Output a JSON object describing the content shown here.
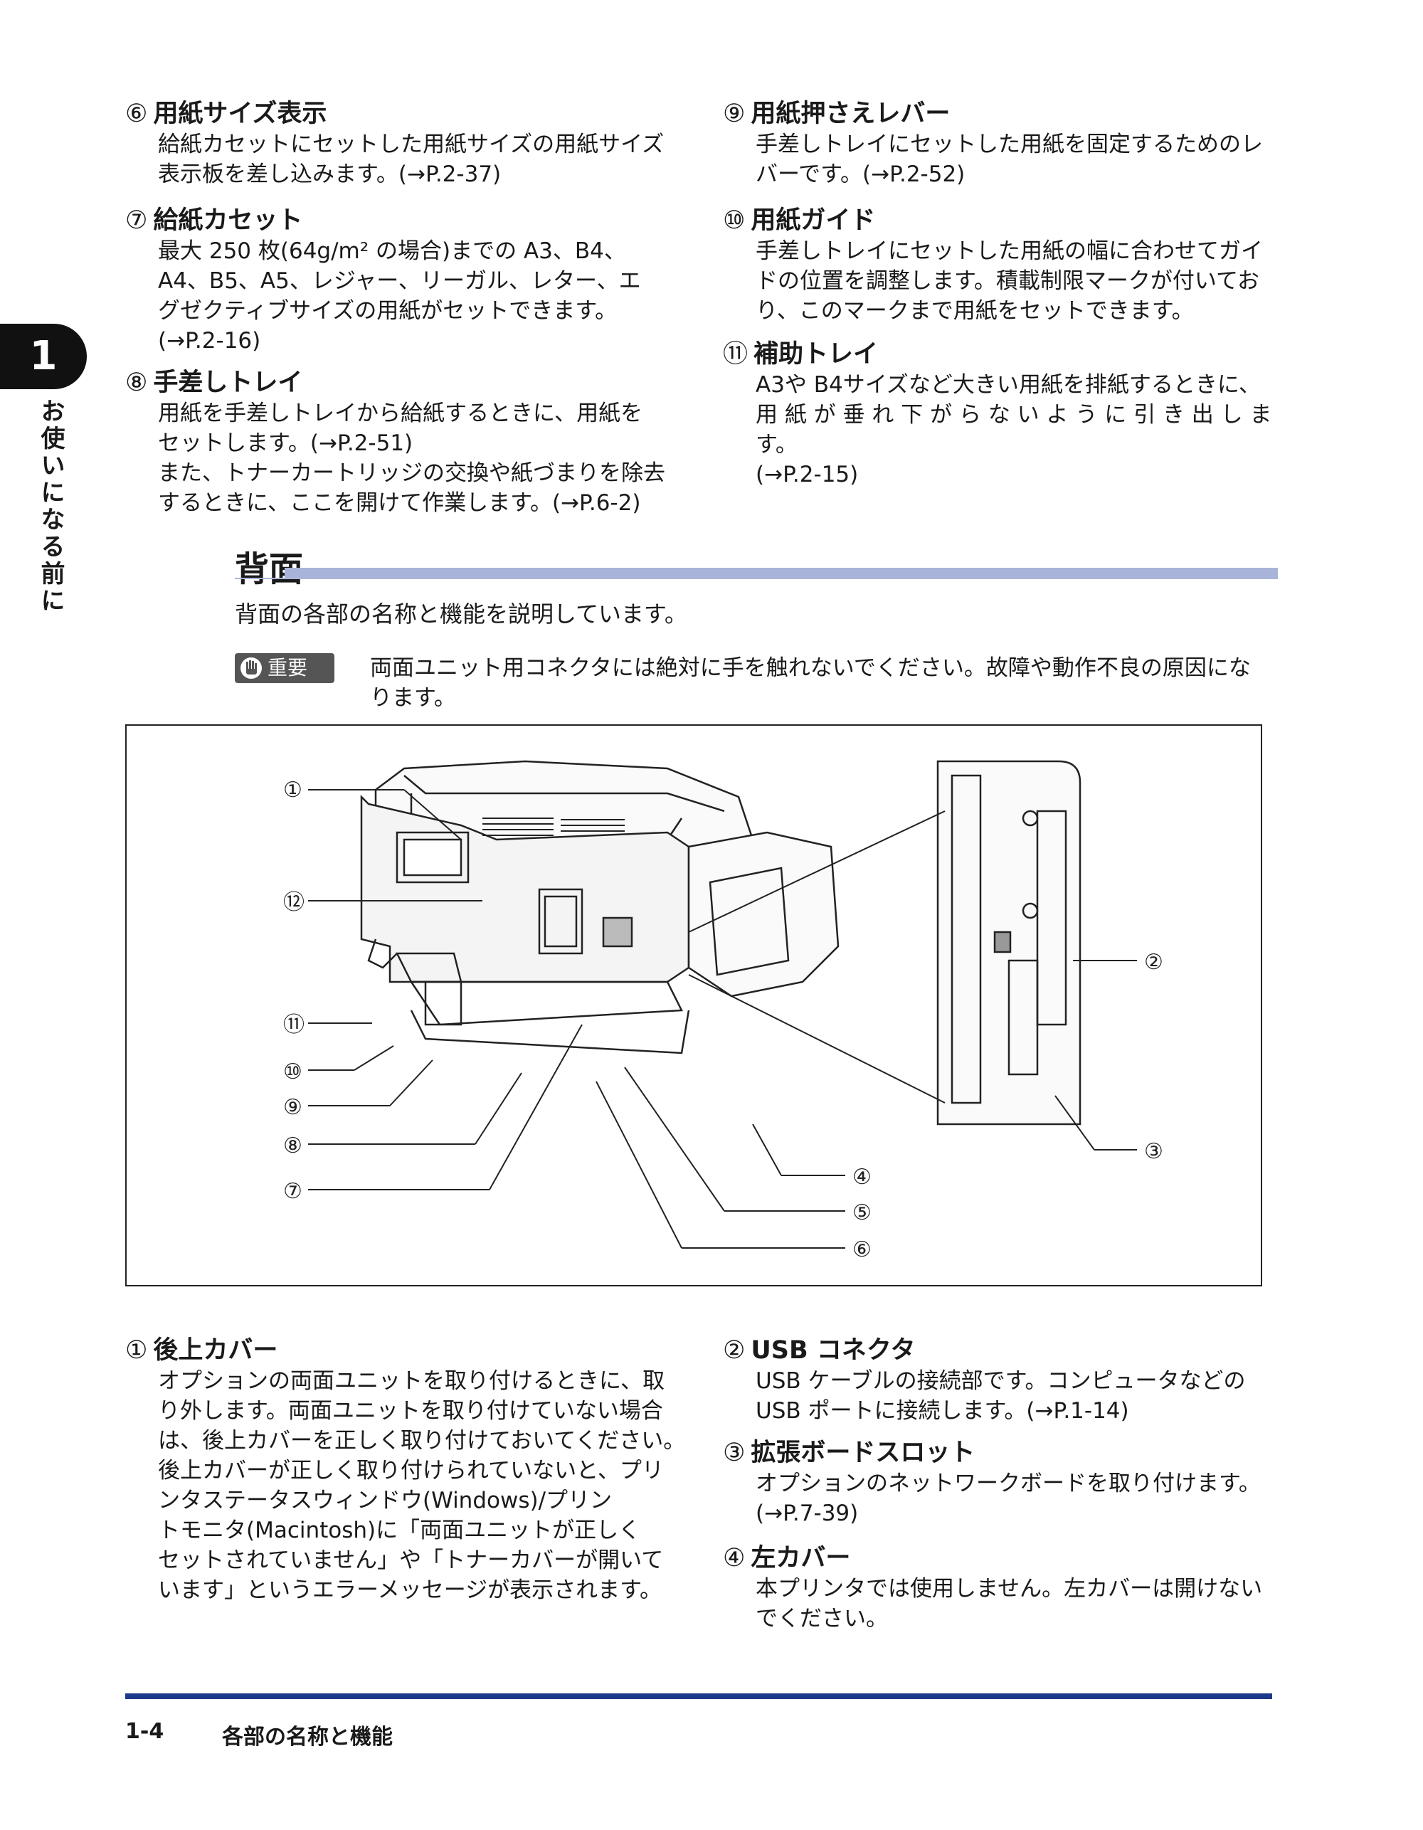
{
  "side_tab": {
    "chapter": "1",
    "label": "お使いになる前に"
  },
  "top_left_items": [
    {
      "num": "⑥",
      "title": "用紙サイズ表示",
      "body": "給紙カセットにセットした用紙サイズの用紙サイズ\n表示板を差し込みます。(→P.2-37)"
    },
    {
      "num": "⑦",
      "title": "給紙カセット",
      "body": "最大 250 枚(64g/m² の場合)までの A3、B4、\nA4、B5、A5、レジャー、リーガル、レター、エ\nグゼクティブサイズの用紙がセットできます。\n(→P.2-16)"
    },
    {
      "num": "⑧",
      "title": "手差しトレイ",
      "body": "用紙を手差しトレイから給紙するときに、用紙を\nセットします。(→P.2-51)\nまた、トナーカートリッジの交換や紙づまりを除去\nするときに、ここを開けて作業します。(→P.6-2)"
    }
  ],
  "top_right_items": [
    {
      "num": "⑨",
      "title": "用紙押さえレバー",
      "body": "手差しトレイにセットした用紙を固定するためのレ\nバーです。(→P.2-52)"
    },
    {
      "num": "⑩",
      "title": "用紙ガイド",
      "body": "手差しトレイにセットした用紙の幅に合わせてガイ\nドの位置を調整します。積載制限マークが付いてお\nり、このマークまで用紙をセットできます。"
    },
    {
      "num": "⑪",
      "title": "補助トレイ",
      "body": "A3や B4サイズなど大きい用紙を排紙するときに、\n用 紙 が 垂 れ 下 が ら な い よ う に 引 き 出 し ま す。\n(→P.2-15)"
    }
  ],
  "section": {
    "title": "背面",
    "intro": "背面の各部の名称と機能を説明しています。",
    "important_label": "重要",
    "important_text": "両面ユニット用コネクタには絶対に手を触れないでください。故障や動作不良の原因にな\nります。"
  },
  "figure": {
    "callouts": [
      "①",
      "②",
      "③",
      "④",
      "⑤",
      "⑥",
      "⑦",
      "⑧",
      "⑨",
      "⑩",
      "⑪",
      "⑫"
    ]
  },
  "bottom_left_items": [
    {
      "num": "①",
      "title": "後上カバー",
      "body": "オプションの両面ユニットを取り付けるときに、取\nり外します。両面ユニットを取り付けていない場合\nは、後上カバーを正しく取り付けておいてください。\n後上カバーが正しく取り付けられていないと、プリ\nンタステータスウィンドウ(Windows)/プリン\nトモニタ(Macintosh)に「両面ユニットが正しく\nセットされていません」や「トナーカバーが開いて\nいます」というエラーメッセージが表示されます。"
    }
  ],
  "bottom_right_items": [
    {
      "num": "②",
      "title": "USB コネクタ",
      "body": "USB ケーブルの接続部です。コンピュータなどの\nUSB ポートに接続します。(→P.1-14)"
    },
    {
      "num": "③",
      "title": "拡張ボードスロット",
      "body": "オプションのネットワークボードを取り付けます。\n(→P.7-39)"
    },
    {
      "num": "④",
      "title": "左カバー",
      "body": "本プリンタでは使用しません。左カバーは開けない\nでください。"
    }
  ],
  "footer": {
    "page": "1-4",
    "title": "各部の名称と機能"
  }
}
